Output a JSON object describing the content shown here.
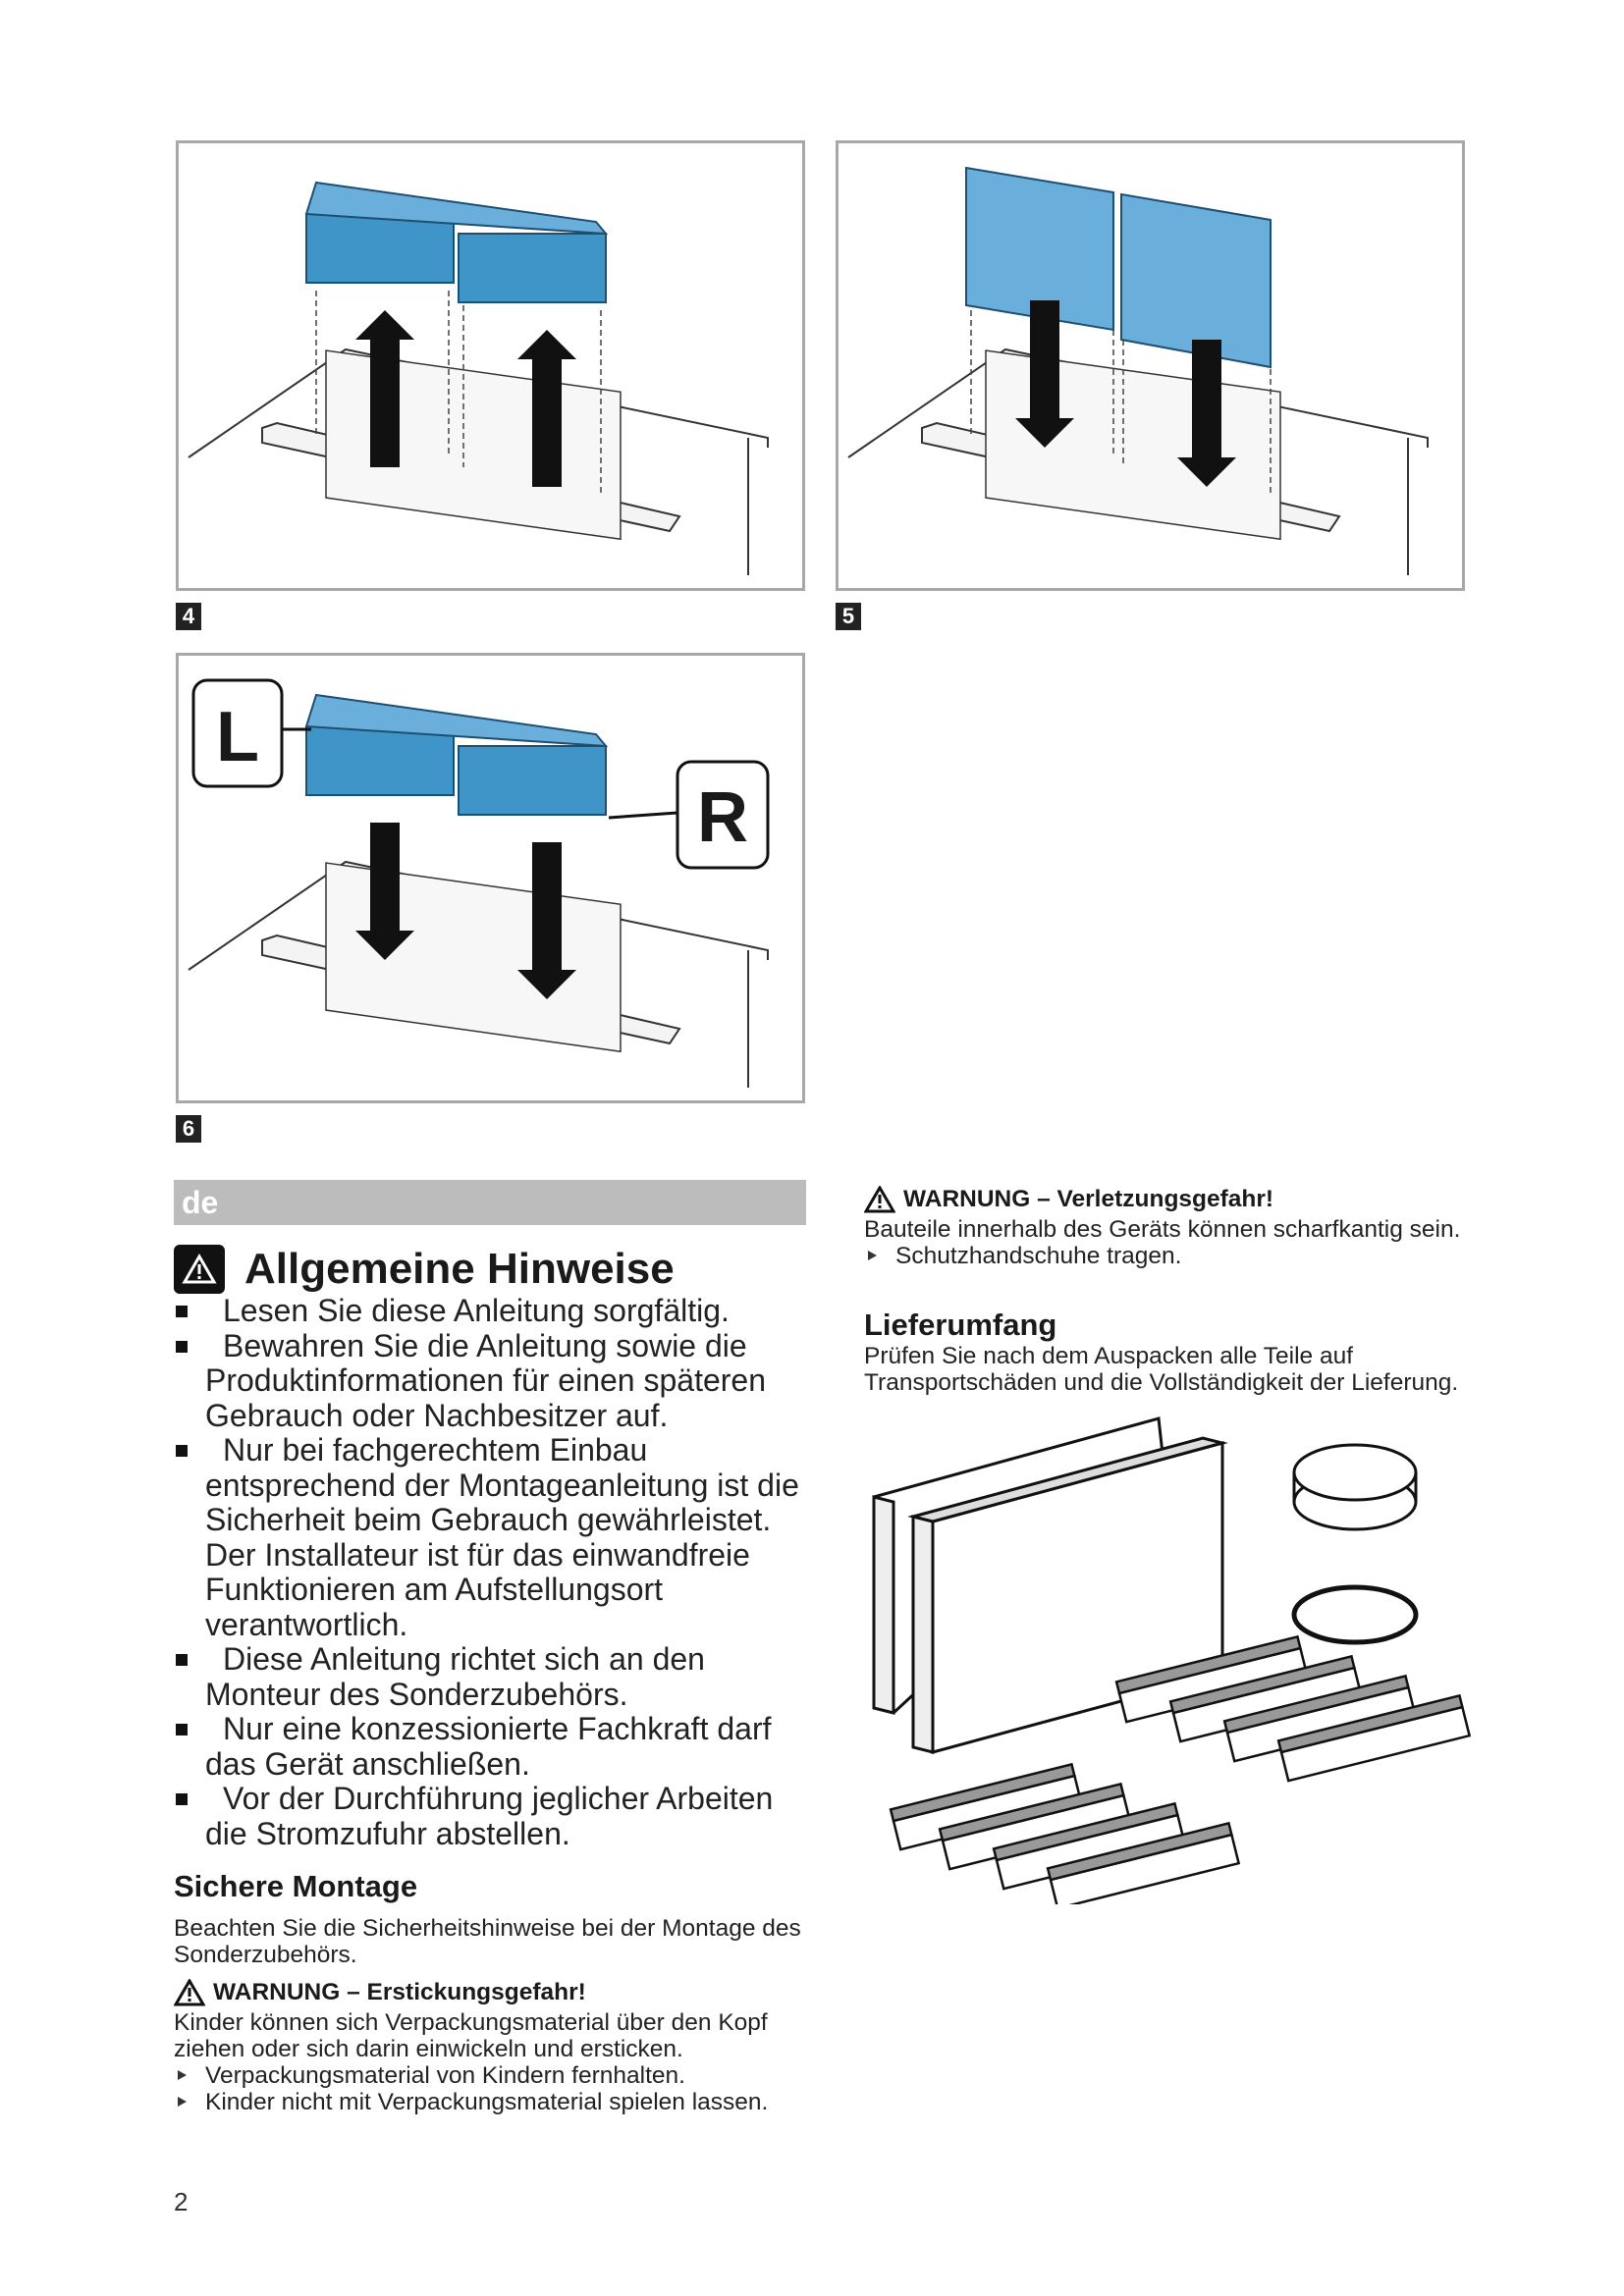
{
  "figures": [
    {
      "number": "4",
      "label": ""
    },
    {
      "number": "5",
      "label": ""
    },
    {
      "number": "6",
      "labels": [
        "L",
        "R"
      ]
    }
  ],
  "language_tab": "de",
  "general": {
    "title": "Allgemeine Hinweise",
    "bullets": [
      "Lesen Sie diese Anleitung sorgfältig.",
      "Bewahren Sie die Anleitung sowie die Produktinformationen für einen späteren Gebrauch oder Nachbesitzer auf.",
      "Nur bei fachgerechtem Einbau entsprechend der Montageanleitung ist die Sicherheit beim Gebrauch gewährleistet. Der Installateur ist für das einwandfreie Funktionieren am Aufstellungsort verantwortlich.",
      "Diese Anleitung richtet sich an den Monteur des Sonderzubehörs.",
      "Nur eine konzessionierte Fachkraft darf das Gerät anschließen.",
      "Vor der Durchführung jeglicher Arbeiten die Stromzufuhr abstellen."
    ]
  },
  "safe_mounting": {
    "title": "Sichere Montage",
    "text": "Beachten Sie die Sicherheitshinweise bei der Montage des Sonderzubehörs.",
    "warning_title": "WARNUNG – Erstickungsgefahr!",
    "warning_text": "Kinder können sich Verpackungsmaterial über den Kopf ziehen oder sich darin einwickeln und ersticken.",
    "actions": [
      "Verpackungsmaterial von Kindern fernhalten.",
      "Kinder nicht mit Verpackungsmaterial spielen lassen."
    ]
  },
  "injury_warning": {
    "title": "WARNUNG – Verletzungsgefahr!",
    "text": "Bauteile innerhalb des Geräts können scharfkantig sein.",
    "actions": [
      "Schutzhandschuhe tragen."
    ]
  },
  "delivery": {
    "title": "Lieferumfang",
    "text": "Prüfen Sie nach dem Auspacken alle Teile auf Transportschäden und die Vollständigkeit der Lieferung."
  },
  "page_number": "2",
  "colors": {
    "filter_blue": "#3f95c8",
    "filter_light_blue": "#6aaedb",
    "tab_gray": "#bcbcbc"
  }
}
